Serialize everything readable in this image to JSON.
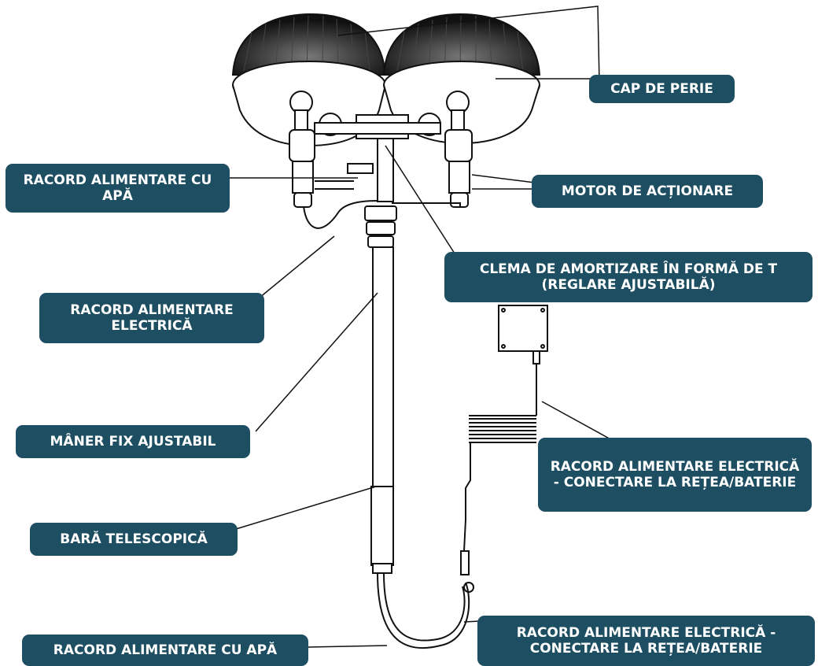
{
  "labels": {
    "cap_de_perie": "CAP DE PERIE",
    "racord_apa_top": "RACORD ALIMENTARE CU APĂ",
    "motor_actionare": "MOTOR DE ACȚIONARE",
    "clema_amortizare": "CLEMA DE AMORTIZARE ÎN FORMĂ DE T (REGLARE AJUSTABILĂ)",
    "racord_electric_left": "RACORD ALIMENTARE ELECTRICĂ",
    "maner_fix": "MÂNER FIX AJUSTABIL",
    "racord_electric_right": "RACORD ALIMENTARE ELECTRICĂ - CONECTARE LA REȚEA/BATERIE",
    "bara_telescopica": "BARĂ TELESCOPICĂ",
    "racord_electric_bottom": "RACORD ALIMENTARE ELECTRICĂ - CONECTARE LA REȚEA/BATERIE",
    "racord_apa_bottom": "RACORD ALIMENTARE CU APĂ"
  },
  "colors": {
    "label_bg": "#1e4e61",
    "label_text": "#ffffff",
    "line": "#222222"
  }
}
